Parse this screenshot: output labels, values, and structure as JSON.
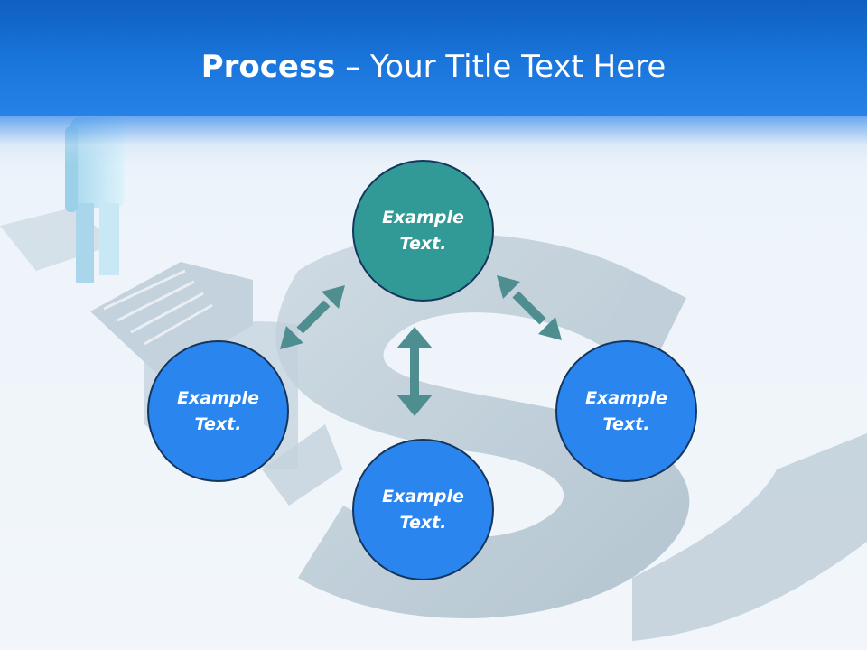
{
  "header": {
    "title_bold": "Process",
    "title_rest": " – Your Title Text Here"
  },
  "colors": {
    "header_blue": "#1a76dc",
    "node_blue": "#2b85ee",
    "node_teal": "#329a96",
    "arrow": "#4f8e90",
    "node_border": "#14365c"
  },
  "diagram": {
    "nodes": [
      {
        "id": "top",
        "color": "teal",
        "line1": "Example",
        "line2": "Text."
      },
      {
        "id": "left",
        "color": "blue",
        "line1": "Example",
        "line2": "Text."
      },
      {
        "id": "right",
        "color": "blue",
        "line1": "Example",
        "line2": "Text."
      },
      {
        "id": "bottom",
        "color": "blue",
        "line1": "Example",
        "line2": "Text."
      }
    ],
    "connectors": [
      {
        "from": "top",
        "to": "left",
        "style": "double-headed arrow"
      },
      {
        "from": "top",
        "to": "right",
        "style": "double-headed arrow"
      },
      {
        "from": "top",
        "to": "bottom",
        "style": "double-headed arrow"
      }
    ]
  }
}
